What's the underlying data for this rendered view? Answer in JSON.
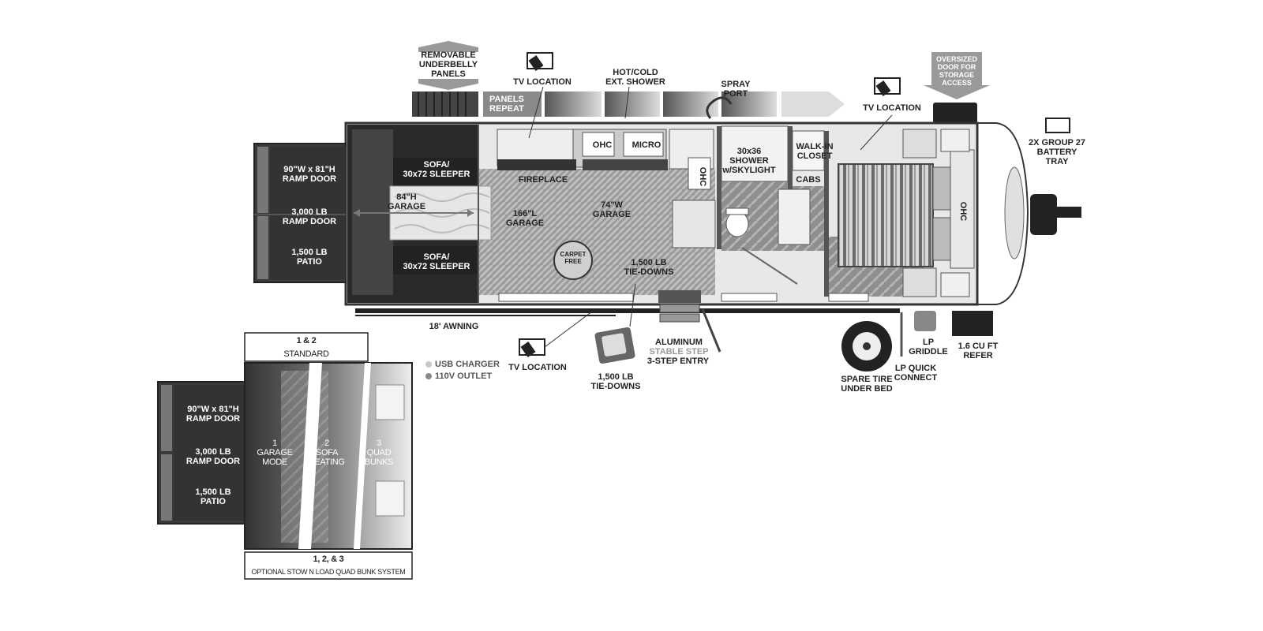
{
  "top_labels": {
    "removable_panels": "REMOVABLE\nUNDERBELLY\nPANELS",
    "panels_repeat": "PANELS\nREPEAT",
    "hot_cold_shower": "HOT/COLD\nEXT. SHOWER",
    "spray_port": "SPRAY\nPORT",
    "oversized_door": "OVERSIZED\nDOOR FOR\nSTORAGE\nACCESS",
    "battery_tray": "2X GROUP 27\nBATTERY\nTRAY"
  },
  "tv_label": "TV LOCATION",
  "interior": {
    "sofa_top": "SOFA/\n30x72 SLEEPER",
    "sofa_bottom": "SOFA/\n30x72 SLEEPER",
    "garage_height": "84\"H\nGARAGE",
    "garage_length": "166\"L\nGARAGE",
    "garage_width": "74\"W\nGARAGE",
    "fireplace": "FIREPLACE",
    "ohc": "OHC",
    "micro": "MICRO",
    "shower": "30x36\nSHOWER\nw/SKYLIGHT",
    "walk_in_closet": "WALK-IN\nCLOSET",
    "cabs": "CABS",
    "tie_downs_interior": "1,500 LB\nTIE-DOWNS",
    "carpet_free": "CARPET FREE"
  },
  "ramp_main": {
    "door": "90\"W x 81\"H\nRAMP DOOR",
    "rating": "3,000 LB\nRAMP DOOR",
    "patio": "1,500 LB\nPATIO"
  },
  "bottom_labels": {
    "awning": "18' AWNING",
    "tie_downs": "1,500 LB\nTIE-DOWNS",
    "aluminum": "ALUMINUM",
    "stable_step": "STABLE STEP",
    "step_entry": "3-STEP ENTRY",
    "spare_tire": "SPARE TIRE\nUNDER BED",
    "lp_quick": "LP QUICK\nCONNECT",
    "lp_griddle": "LP\nGRIDDLE",
    "refer": "1.6 CU FT\nREFER"
  },
  "legend": {
    "usb": "USB CHARGER",
    "outlet": "110V OUTLET"
  },
  "inset": {
    "header_top": "1 & 2",
    "header_sub": "STANDARD",
    "door": "90\"W x 81\"H\nRAMP DOOR",
    "rating": "3,000 LB\nRAMP DOOR",
    "patio": "1,500 LB\nPATIO",
    "mode1": "1\nGARAGE\nMODE",
    "mode2": "2\nSOFA\nSEATING",
    "mode3": "3\nQUAD\nBUNKS",
    "footer_top": "1, 2, & 3",
    "footer_sub": "OPTIONAL STOW N LOAD QUAD BUNK SYSTEM"
  },
  "colors": {
    "dark": "#222222",
    "mid_gray": "#8a8a8a",
    "light_gray": "#d0d0d0",
    "usb_dot": "#c8c8c8",
    "outlet_dot": "#888888"
  }
}
